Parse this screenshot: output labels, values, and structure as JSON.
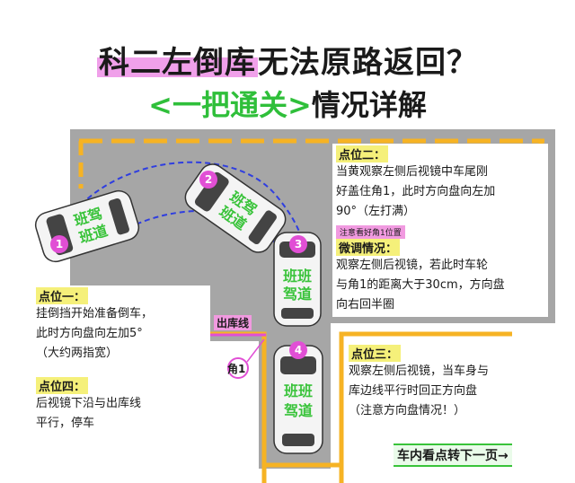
{
  "title": {
    "line1_highlight": "科二左倒库",
    "line1_rest": "无法原路返回？",
    "line2_bracket_open": "<",
    "line2_green": "一把通关",
    "line2_bracket_close": ">",
    "line2_rest": "情况详解"
  },
  "cars": [
    {
      "num": "1",
      "label": "班班驾道"
    },
    {
      "num": "2",
      "label": "班班驾道"
    },
    {
      "num": "3",
      "label": "班班驾道"
    },
    {
      "num": "4",
      "label": "班班驾道"
    }
  ],
  "points": {
    "p2": {
      "heading": "点位二：",
      "body": [
        "当黄观察左侧后视镜中车尾刚",
        "好盖住角1，此时方向盘向左加",
        "90°（左打满）"
      ],
      "note": "注意看好角1位置"
    },
    "tweak": {
      "heading": "微调情况：",
      "body": [
        "观察左侧后视镜，若此时车轮",
        "与角1的距离大于30cm，方向盘",
        "向右回半圈"
      ]
    },
    "p1": {
      "heading": "点位一：",
      "body": [
        "挂倒挡开始准备倒车，",
        "此时方向盘向左加5°",
        "（大约两指宽）"
      ]
    },
    "p3": {
      "heading": "点位三：",
      "body": [
        "观察左侧后视镜，当车身与",
        "库边线平行时回正方向盘",
        "（注意方向盘情况！）"
      ]
    },
    "p4": {
      "heading": "点位四：",
      "body": [
        "后视镜下沿与出库线",
        "平行，停车"
      ]
    }
  },
  "exit_line_label": "出库线",
  "corner_label": "角1",
  "next_page": "车内看点转下一页→",
  "colors": {
    "road": "#a6a6a6",
    "yellow": "#f6b324",
    "pink": "#e14fd5",
    "green": "#39c33a",
    "highlight": "#f5f07a",
    "dashed": "#2f3ee0"
  }
}
